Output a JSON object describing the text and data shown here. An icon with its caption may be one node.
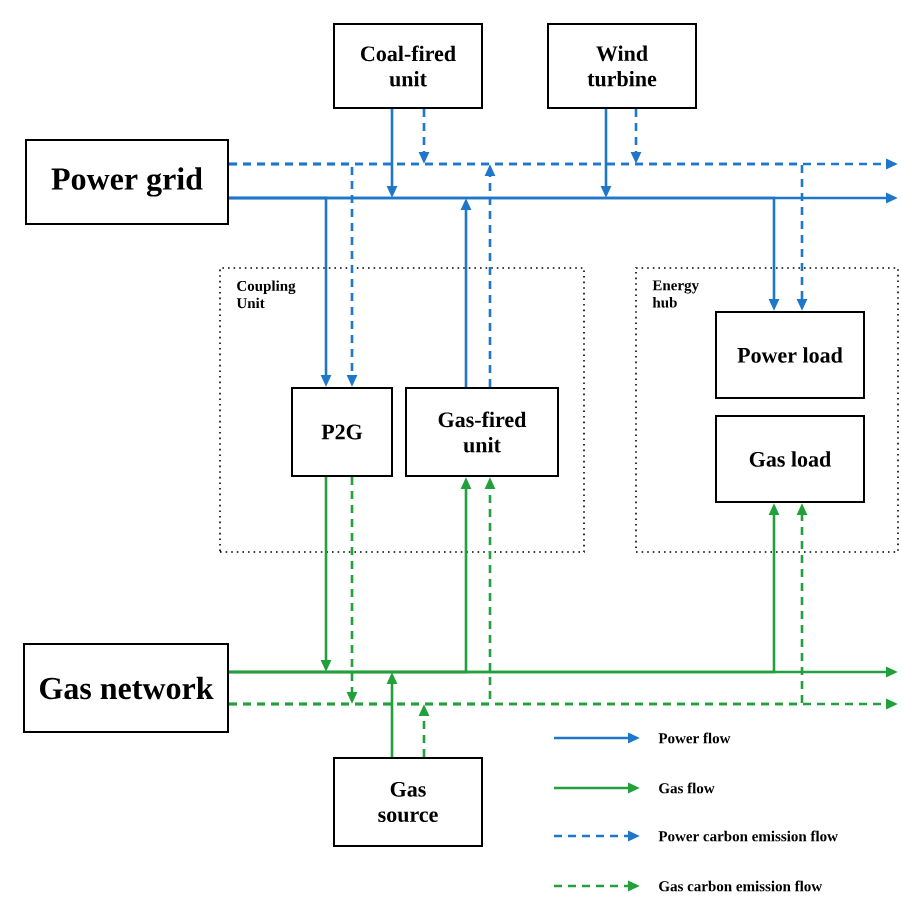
{
  "diagram": {
    "nodes": [
      {
        "text": [
          "Power grid"
        ]
      },
      {
        "text": [
          "Coal-fired unit"
        ]
      },
      {
        "text": [
          "Wind turbine"
        ]
      },
      {
        "text": [
          "Coupling Unit"
        ]
      },
      {
        "text": [
          "P2G"
        ],
        "in": 3
      },
      {
        "text": [
          "Gas-fired unit"
        ],
        "in": 3
      },
      {
        "text": [
          "Energy hub"
        ]
      },
      {
        "text": [
          "Power load"
        ],
        "in": 6
      },
      {
        "text": [
          "Gas load"
        ],
        "in": 6
      },
      {
        "text": [
          "Gas network"
        ]
      },
      {
        "text": [
          "Gas source"
        ]
      }
    ],
    "edges": [
      {
        "from": 0,
        "to": null,
        "arrow": "to",
        "color": "#1f77c9"
      },
      {
        "from": 1,
        "to": null,
        "arrow": "to",
        "color": "#1f77c9"
      },
      {
        "from": 2,
        "to": null,
        "arrow": "to",
        "color": "#1f77c9"
      },
      {
        "from": 0,
        "to": 4,
        "arrow": "to",
        "color": "#1f77c9"
      },
      {
        "from": 5,
        "to": null,
        "arrow": "to",
        "color": "#1f77c9"
      },
      {
        "from": 0,
        "to": 7,
        "arrow": "to",
        "color": "#1f77c9"
      },
      {
        "from": 0,
        "to": null,
        "arrow": "to",
        "style": "dashed",
        "color": "#1f77c9"
      },
      {
        "from": 1,
        "to": null,
        "arrow": "to",
        "style": "dashed",
        "color": "#1f77c9"
      },
      {
        "from": 2,
        "to": null,
        "arrow": "to",
        "style": "dashed",
        "color": "#1f77c9"
      },
      {
        "from": 0,
        "to": 4,
        "arrow": "to",
        "style": "dashed",
        "color": "#1f77c9"
      },
      {
        "from": 5,
        "to": null,
        "arrow": "to",
        "style": "dashed",
        "color": "#1f77c9"
      },
      {
        "from": 0,
        "to": 7,
        "arrow": "to",
        "style": "dashed",
        "color": "#1f77c9"
      },
      {
        "from": 9,
        "to": null,
        "arrow": "to",
        "color": "#22a03c"
      },
      {
        "from": 4,
        "to": null,
        "arrow": "to",
        "color": "#22a03c"
      },
      {
        "from": 9,
        "to": 5,
        "arrow": "to",
        "color": "#22a03c"
      },
      {
        "from": 10,
        "to": null,
        "arrow": "to",
        "color": "#22a03c"
      },
      {
        "from": 9,
        "to": 8,
        "arrow": "to",
        "color": "#22a03c"
      },
      {
        "from": 9,
        "to": null,
        "arrow": "to",
        "style": "dashed",
        "color": "#22a03c"
      },
      {
        "from": 4,
        "to": null,
        "arrow": "to",
        "style": "dashed",
        "color": "#22a03c"
      },
      {
        "from": 9,
        "to": 5,
        "arrow": "to",
        "style": "dashed",
        "color": "#22a03c"
      },
      {
        "from": 10,
        "to": null,
        "arrow": "to",
        "style": "dashed",
        "color": "#22a03c"
      },
      {
        "from": 9,
        "to": 8,
        "arrow": "to",
        "style": "dashed",
        "color": "#22a03c"
      }
    ],
    "legend": [
      {
        "text": "Power flow"
      },
      {
        "text": "Gas flow"
      },
      {
        "text": "Power carbon emission flow"
      },
      {
        "text": "Gas carbon emission flow"
      }
    ]
  }
}
